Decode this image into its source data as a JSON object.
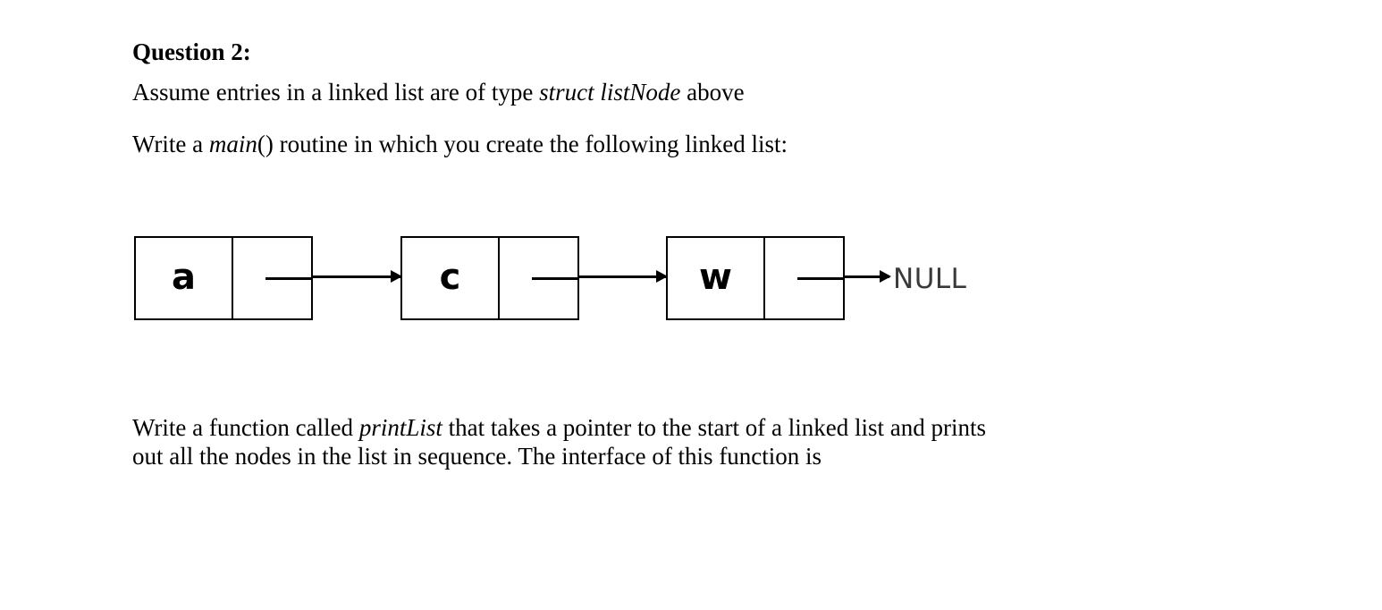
{
  "document": {
    "heading": "Question 2:",
    "line_assume": {
      "pre": "Assume entries in a linked list are of type ",
      "italic": "struct listNode",
      "post": " above"
    },
    "line_write_main": {
      "pre": "Write a ",
      "italic": "main",
      "post": "() routine in which you create the following linked list:"
    },
    "paragraph_printlist": {
      "line1_pre": "Write a function called ",
      "line1_italic": "printList",
      "line1_post": " that takes a pointer to the start of a linked list and prints",
      "line2": "out all the nodes in the list in sequence. The interface of this function is"
    }
  },
  "diagram": {
    "type": "singly-linked-list",
    "terminator_label": "NULL",
    "nodes": [
      {
        "value": "a",
        "pointer": "next"
      },
      {
        "value": "c",
        "pointer": "next"
      },
      {
        "value": "w",
        "pointer": "next"
      }
    ],
    "colors": {
      "box_border": "#000000",
      "box_fill": "#ffffff",
      "arrow": "#000000",
      "null_text": "#3a3a3a",
      "text": "#000000",
      "background": "#ffffff"
    }
  }
}
